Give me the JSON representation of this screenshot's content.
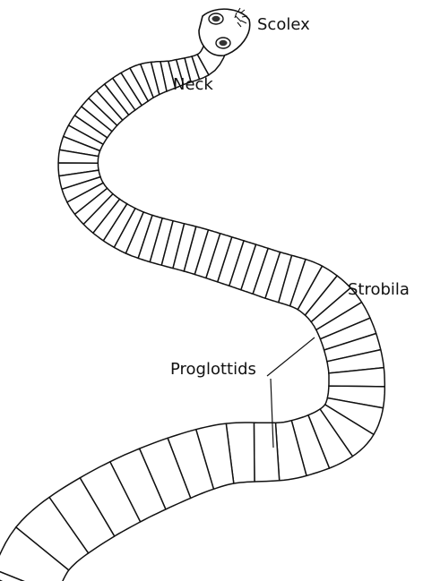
{
  "labels": {
    "scolex": "Scolex",
    "neck": "Neck",
    "strobila": "Strobila",
    "proglottids": "Proglottids"
  },
  "colors": {
    "ink": "#111111",
    "fill": "#ffffff"
  }
}
